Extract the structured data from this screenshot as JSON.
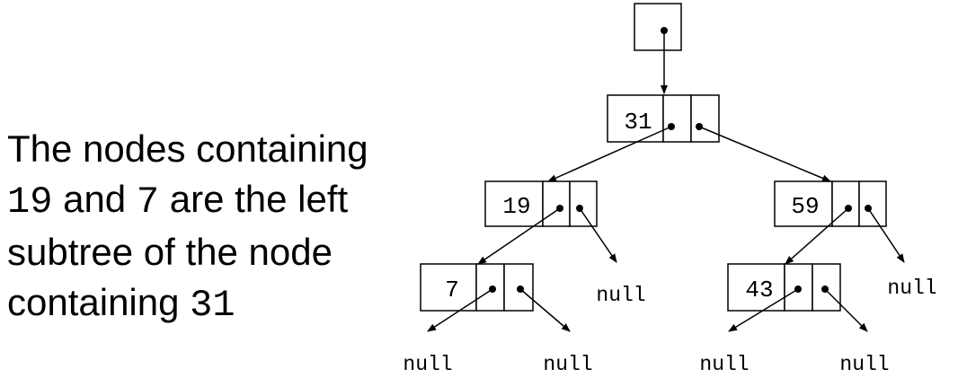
{
  "caption": {
    "line1": "The nodes containing",
    "line2_value1": "19",
    "line2_text": " and ",
    "line2_value2": "7",
    "line2_tail": " are the left",
    "line3": "subtree of the node",
    "line4_text": "containing ",
    "line4_value": "31"
  },
  "tree": {
    "root": {
      "value": "31",
      "left": {
        "value": "19",
        "left": {
          "value": "7",
          "left": "null",
          "right": "null"
        },
        "right": "null"
      },
      "right": {
        "value": "59",
        "left": {
          "value": "43",
          "left": "null",
          "right": "null"
        },
        "right": "null"
      }
    }
  }
}
